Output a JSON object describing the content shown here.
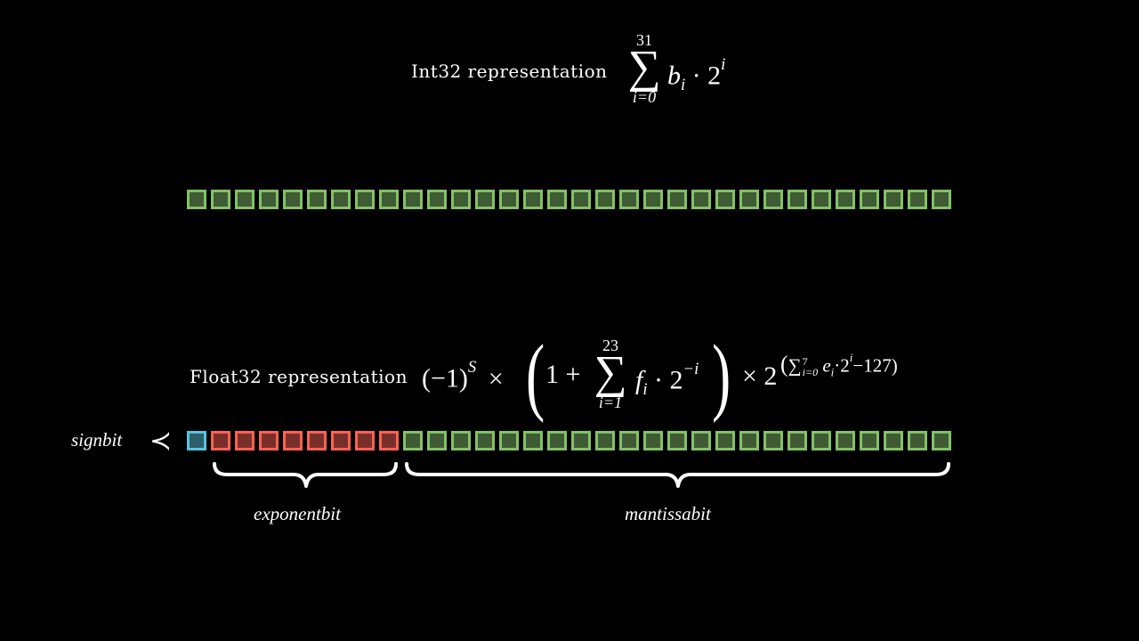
{
  "int32": {
    "title": "Int32 representation",
    "formula": {
      "sum_upper": "31",
      "sum_lower": "i=0",
      "sigma": "∑",
      "term": "b",
      "term_sub": "i",
      "dot": "·",
      "base": "2",
      "exp": "i"
    },
    "bits": 32
  },
  "float32": {
    "title": "Float32 representation",
    "formula": {
      "sign_part": "(−1)",
      "sign_exp": "S",
      "times1": "×",
      "lparen": "(",
      "one_plus": "1 +",
      "sum_upper": "23",
      "sum_lower": "i=1",
      "sigma": "∑",
      "term": "f",
      "term_sub": "i",
      "dot": "·",
      "base": "2",
      "exp": "−i",
      "rparen": ")",
      "times2": "×",
      "base2": "2",
      "exp2_open": "(",
      "exp2_sigma": "∑",
      "exp2_upper": "7",
      "exp2_lower": "i=0",
      "exp2_term": "e",
      "exp2_term_sub": "i",
      "exp2_rest": "·2",
      "exp2_rest_exp": "i",
      "exp2_tail": "−127)"
    },
    "sign_bits": 1,
    "exponent_bits": 8,
    "mantissa_bits": 23,
    "sign_label": "signbit",
    "arrow": "≺",
    "exponent_label": "exponentbit",
    "mantissa_label": "mantissabit"
  },
  "colors": {
    "background": "#000000",
    "green_border": "#83c167",
    "green_fill": "#3f5b34",
    "red_border": "#fc6255",
    "red_fill": "#7a2f29",
    "blue_border": "#58c4dd",
    "blue_fill": "#2c5f6b",
    "text": "#ffffff"
  }
}
